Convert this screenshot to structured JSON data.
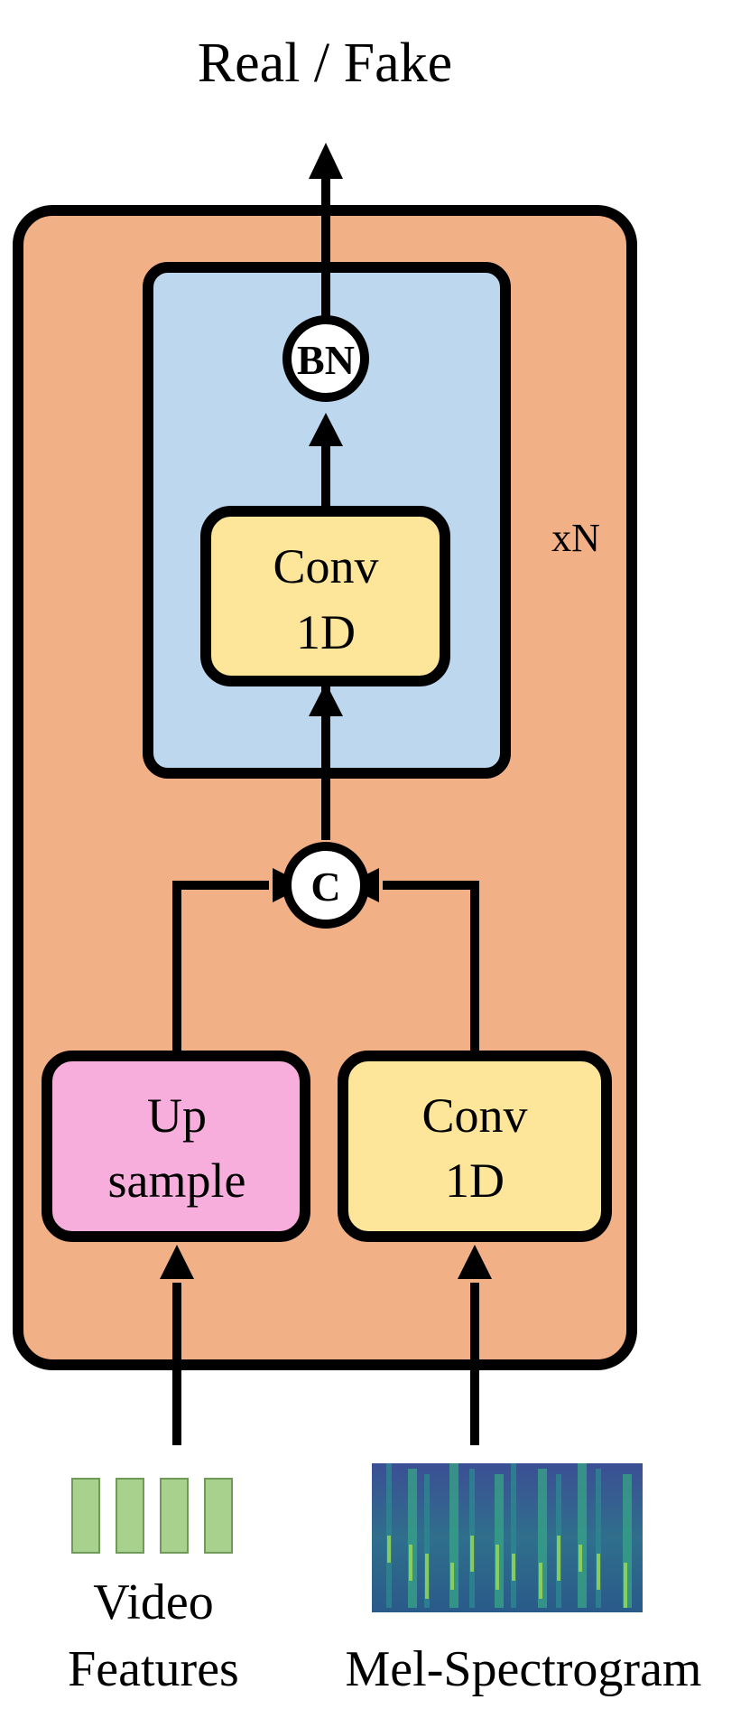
{
  "output_label": "Real / Fake",
  "repeat_label": "xN",
  "nodes": {
    "bn": "BN",
    "concat": "C",
    "conv_top": [
      "Conv",
      "1D"
    ],
    "upsample": [
      "Up",
      "sample"
    ],
    "conv_bottom": [
      "Conv",
      "1D"
    ]
  },
  "inputs": {
    "video_label": [
      "Video",
      "Features"
    ],
    "mel_label": "Mel-Spectrogram"
  },
  "colors": {
    "outer_block": "#F2B086",
    "inner_block": "#BDD7EE",
    "conv": "#FDE59A",
    "upsample": "#F8AEDC",
    "video_feature": "#A9D18E",
    "stroke": "#000000"
  }
}
